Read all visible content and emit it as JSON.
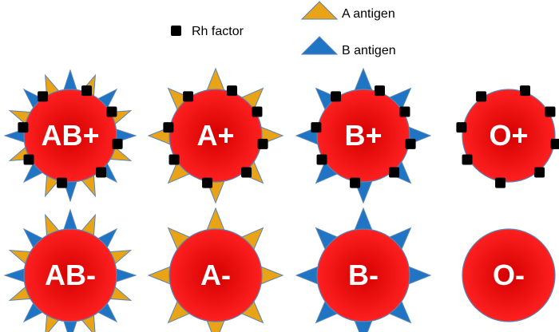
{
  "legend": {
    "rh_label": "Rh factor",
    "a_label": "A antigen",
    "b_label": "B antigen"
  },
  "colors": {
    "cell_edge": "#ff2020",
    "cell_center": "#d40000",
    "cell_stroke": "#5a84b5",
    "a_antigen": "#e8a317",
    "b_antigen": "#1f74c4",
    "rh_factor": "#000000",
    "label": "#ffffff"
  },
  "cells": [
    {
      "label": "AB+",
      "a": true,
      "b": true,
      "rh": true
    },
    {
      "label": "A+",
      "a": true,
      "b": false,
      "rh": true
    },
    {
      "label": "B+",
      "a": false,
      "b": true,
      "rh": true
    },
    {
      "label": "O+",
      "a": false,
      "b": false,
      "rh": true
    },
    {
      "label": "AB-",
      "a": true,
      "b": true,
      "rh": false
    },
    {
      "label": "A-",
      "a": true,
      "b": false,
      "rh": false
    },
    {
      "label": "B-",
      "a": false,
      "b": true,
      "rh": false
    },
    {
      "label": "O-",
      "a": false,
      "b": false,
      "rh": false
    }
  ]
}
